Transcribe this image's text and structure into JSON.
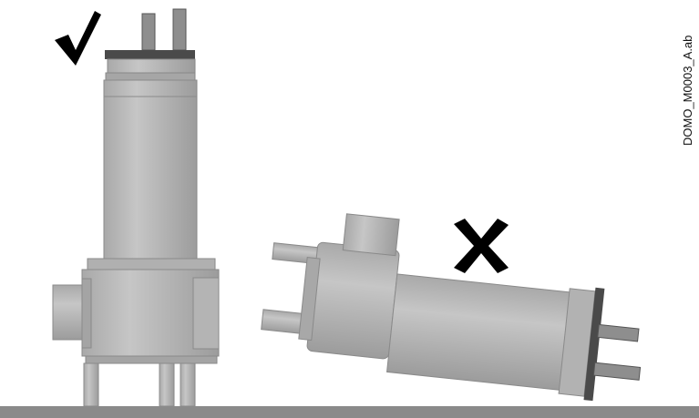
{
  "figure": {
    "reference_code": "DOMO_M0003_A.ab",
    "correct_mark_icon": "check-icon",
    "incorrect_mark_icon": "cross-icon",
    "pump_upright": {
      "name": "submersible-pump-upright",
      "status": "correct"
    },
    "pump_tilted": {
      "name": "submersible-pump-tilted",
      "status": "incorrect"
    },
    "colors": {
      "pump_body": "#b9b9b9",
      "pump_shade": "#9a9a9a",
      "pump_dark": "#4a4a4a",
      "ground": "#8a8a8a",
      "mark": "#000000"
    }
  }
}
